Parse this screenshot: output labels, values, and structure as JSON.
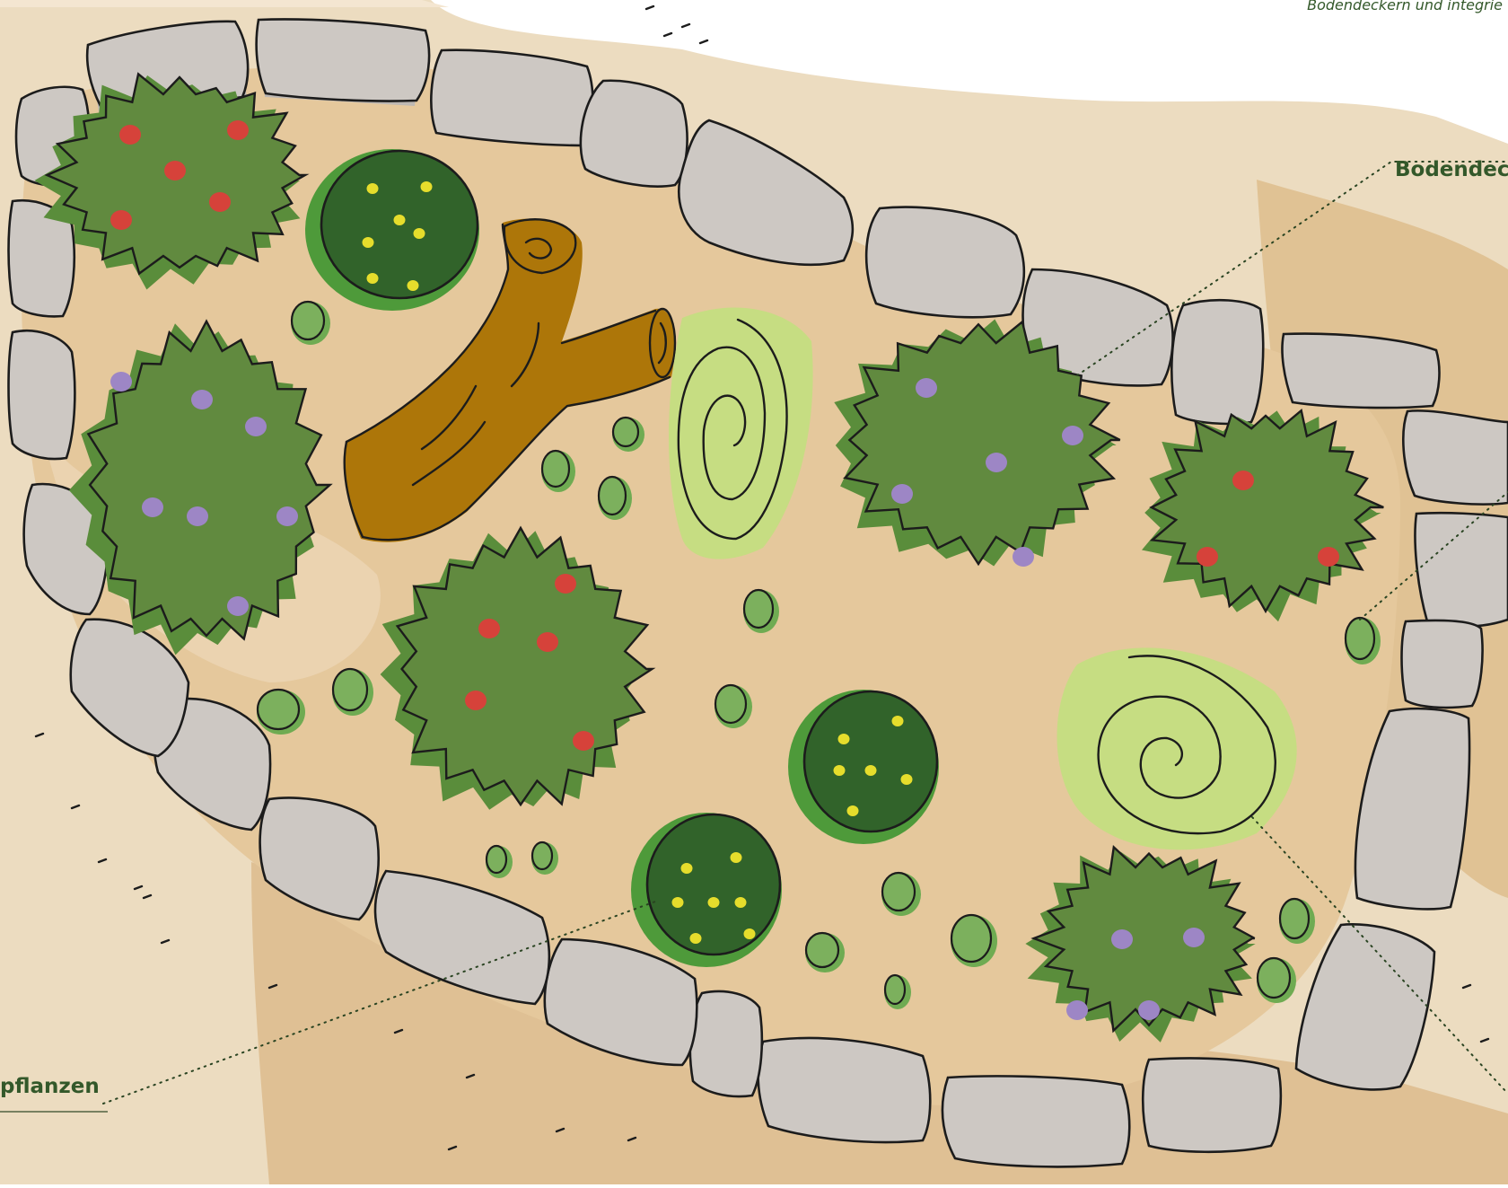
{
  "labels": {
    "caption": "Bodendeckern und integrie",
    "right_label": "Bodendeck",
    "left_label": "pflanzen"
  },
  "colors": {
    "sand_outer": "#ecdcc0",
    "sand_mid": "#e0c294",
    "bed_fill": "#e5c89c",
    "stone": "#cdc8c3",
    "shrub": "#618a3f",
    "ball_shrub": "#31632a",
    "ground_cover": "#7cb05d",
    "swirl_plant": "#c6dd82",
    "log": "#ad7609",
    "text": "#33582a"
  },
  "plants": {
    "stones": "stone-border",
    "log": "log-icon",
    "shrubs_red": "red-flowering-shrub",
    "shrubs_purple": "purple-flowering-shrub",
    "balls": "round-shrub-yellow-flowers",
    "swirls": "spiral-grass",
    "ground_cover": "small-ground-cover"
  }
}
